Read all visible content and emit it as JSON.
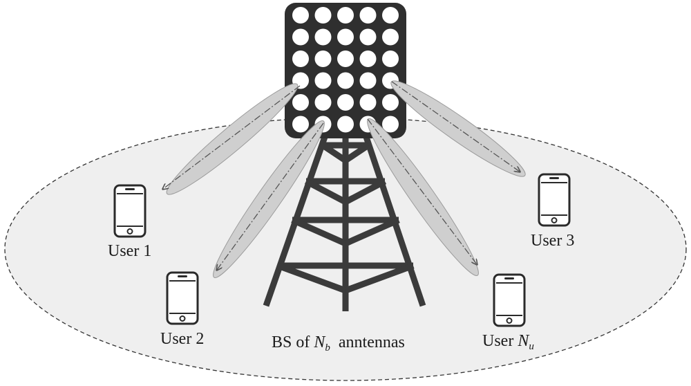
{
  "colors": {
    "coverage_fill": "#efefef",
    "coverage_stroke": "#333333",
    "tower": "#3b3b3b",
    "antenna_panel": "#2f2f2f",
    "antenna_element": "#ffffff",
    "beam_fill": "#cfcfcf",
    "beam_stroke": "#9a9a9a",
    "beam_axis": "#555555",
    "phone": "#2a2a2a"
  },
  "icons": {
    "antenna_array": "antenna-array-icon",
    "tower": "lattice-tower-icon",
    "phone": "smartphone-icon"
  },
  "antenna_array": {
    "rows": 6,
    "cols": 5
  },
  "beam_count": 4,
  "labels": {
    "user1": "User 1",
    "user2": "User 2",
    "user3": "User 3",
    "userN_prefix": "User ",
    "userN_symbol": "N",
    "userN_sub": "u",
    "bs_prefix": "BS of ",
    "bs_symbol": "N",
    "bs_sub": "b",
    "bs_suffix": "anntennas"
  }
}
